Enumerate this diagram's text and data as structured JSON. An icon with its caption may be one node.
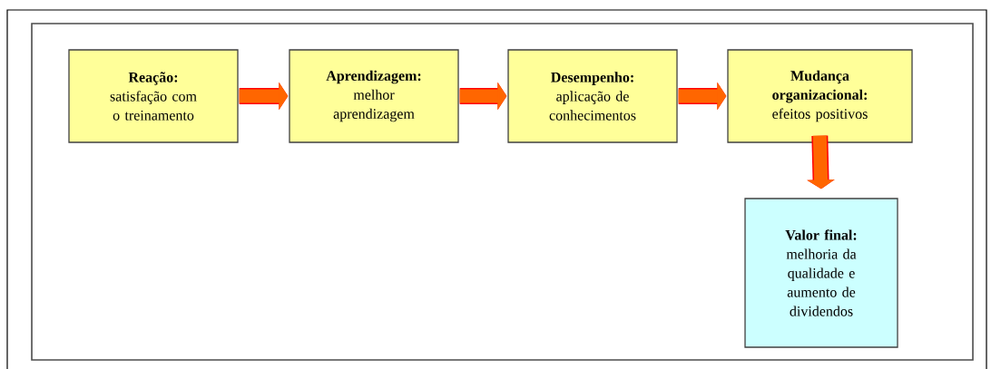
{
  "diagram": {
    "nodes": [
      {
        "text": [
          "Reação:",
          "satisfação com o treinamento"
        ]
      },
      {
        "text": [
          "Aprendizagem:",
          "melhor aprendizagem"
        ]
      },
      {
        "text": [
          "Desempenho:",
          "aplicação de conhecimentos"
        ]
      },
      {
        "text": [
          "Mudança organizacional:",
          "efeitos positivos"
        ]
      },
      {
        "text": [
          "Valor final:",
          "melhoria da qualidade e aumento de dividendos"
        ]
      }
    ],
    "edges": [
      {
        "from": 0,
        "to": 1,
        "arrow": "to"
      },
      {
        "from": 1,
        "to": 2,
        "arrow": "to"
      },
      {
        "from": 2,
        "to": 3,
        "arrow": "to"
      },
      {
        "from": 3,
        "to": 4,
        "arrow": "to"
      }
    ]
  }
}
